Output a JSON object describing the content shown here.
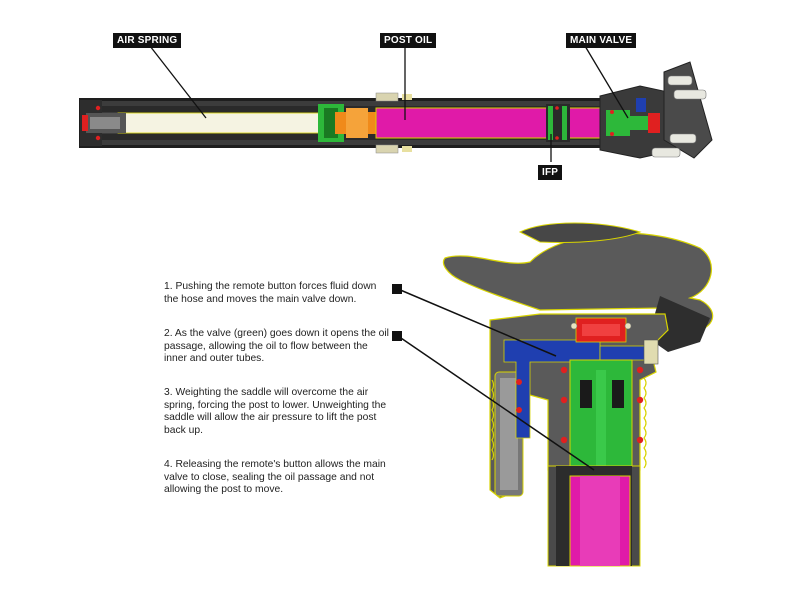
{
  "labels": {
    "air_spring": "AIR SPRING",
    "post_oil": "POST OIL",
    "main_valve": "MAIN VALVE",
    "ifp": "IFP"
  },
  "steps": [
    "1. Pushing the remote button forces fluid down the hose and moves the main valve down.",
    "2. As the valve (green) goes down it opens the oil passage, allowing the oil to flow between the inner and outer tubes.",
    "3. Weighting the saddle will overcome the air spring, forcing the post to lower. Unweighting the saddle will allow the air pressure to lift the post back up.",
    "4. Releasing the remote's button allows the main valve to close, sealing the oil passage and not allowing the post to move."
  ],
  "colors": {
    "oil": "#e01aa8",
    "valve": "#2db83a",
    "hose_fluid": "#1f3fb0",
    "seal": "#e02020",
    "body": "#555555",
    "outline": "#d8d400",
    "piston": "#f08a1a"
  }
}
